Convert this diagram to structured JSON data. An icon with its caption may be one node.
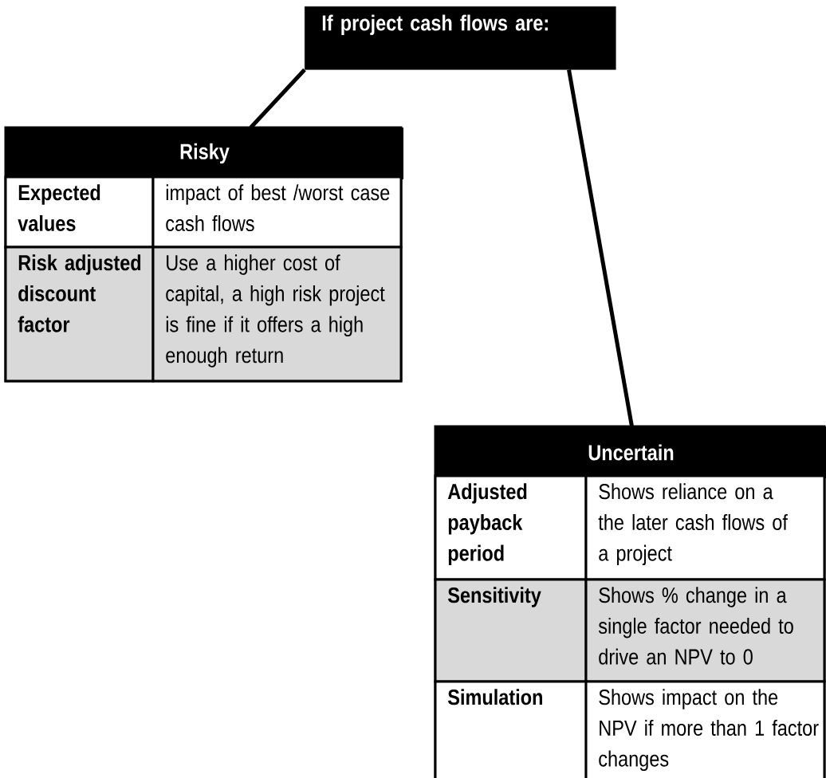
{
  "diagram": {
    "nodes": [
      {
        "text": [
          "If project cash flows are:"
        ]
      },
      {
        "text": [
          "Risky"
        ]
      },
      {
        "text": [
          "Expected values"
        ],
        "in": 1
      },
      {
        "text": [
          "impact of best /worst case cash flows"
        ],
        "in": 1
      },
      {
        "text": [
          "Risk adjusted discount factor"
        ],
        "in": 1
      },
      {
        "text": [
          "Use a higher cost of capital, a high risk project is fine if it offers a high enough return"
        ],
        "in": 1
      },
      {
        "text": [
          "Uncertain"
        ]
      },
      {
        "text": [
          "Adjusted payback period"
        ],
        "in": 6
      },
      {
        "text": [
          "Shows reliance on a the later cash flows of a project"
        ],
        "in": 6
      },
      {
        "text": [
          "Sensitivity"
        ],
        "in": 6
      },
      {
        "text": [
          "Shows % change in a single factor needed to drive  an NPV to 0"
        ],
        "in": 6
      },
      {
        "text": [
          "Simulation"
        ],
        "in": 6
      },
      {
        "text": [
          "Shows impact on the NPV if more than 1 factor changes"
        ],
        "in": 6
      }
    ],
    "edges": [
      {
        "from": 0,
        "to": 1,
        "arrow": "none"
      },
      {
        "from": 0,
        "to": 6,
        "arrow": "none"
      }
    ]
  }
}
